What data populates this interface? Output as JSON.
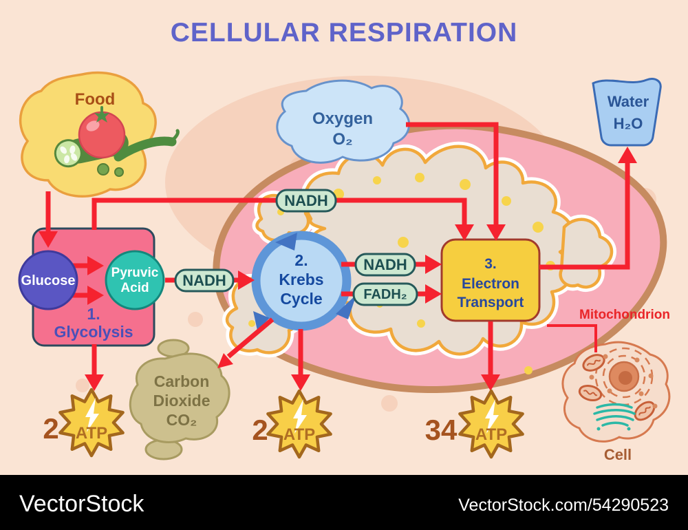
{
  "title": "CELLULAR RESPIRATION",
  "nodes": {
    "food": {
      "label": "Food"
    },
    "oxygen": {
      "name": "Oxygen",
      "formula": "O₂"
    },
    "water": {
      "name": "Water",
      "formula": "H₂O"
    },
    "nadh_glycolysis_top": {
      "label": "NADH"
    },
    "nadh_glycolysis_mid": {
      "label": "NADH"
    },
    "nadh_krebs": {
      "label": "NADH"
    },
    "fadh2": {
      "label": "FADH₂"
    },
    "glucose": {
      "label": "Glucose"
    },
    "pyruvic": {
      "line1": "Pyruvic",
      "line2": "Acid"
    },
    "glycolysis": {
      "step": "1.",
      "name": "Glycolysis"
    },
    "krebs": {
      "step": "2.",
      "line1": "Krebs",
      "line2": "Cycle"
    },
    "electron_transport": {
      "step": "3.",
      "line1": "Electron",
      "line2": "Transport"
    },
    "co2": {
      "line1": "Carbon",
      "line2": "Dioxide",
      "formula": "CO₂"
    },
    "atp_glycolysis": {
      "count": "2",
      "label": "ATP"
    },
    "atp_krebs": {
      "count": "2",
      "label": "ATP"
    },
    "atp_transport": {
      "count": "34",
      "label": "ATP"
    },
    "mitochondrion": {
      "label": "Mitochondrion"
    },
    "cell": {
      "label": "Cell"
    }
  },
  "footer": {
    "brand": "VectorStock",
    "credit": "VectorStock.com/54290523"
  },
  "colors": {
    "background": "#FAE4D4",
    "title": "#5F63C9",
    "arrow": "#F5222F",
    "food_fill": "#F9DB72",
    "food_border": "#EA9F3E",
    "oxygen_fill": "#CCE4F8",
    "oxygen_border": "#6792CB",
    "water_fill": "#A9CEF2",
    "water_border": "#3A6BB5",
    "pill_fill": "#CDE8D1",
    "glycolysis_fill": "#F5708E",
    "glucose_fill": "#5A56C3",
    "pyruvic_fill": "#2FC3B1",
    "krebs_ring": "#5E96D8",
    "krebs_fill": "#B9D9F4",
    "et_fill": "#F6CE3F",
    "co2_fill": "#CDC08E",
    "co2_border": "#A89B61",
    "atp_fill": "#F8CF48",
    "mito_membrane": "#C68B60",
    "mito_fill": "#F8ADBA",
    "cristae_fill": "#E9DED2",
    "cristae_border": "#F1A83B",
    "mito_label": "#E92528",
    "footer_bg": "#000000",
    "footer_text": "#FFFFFF"
  }
}
